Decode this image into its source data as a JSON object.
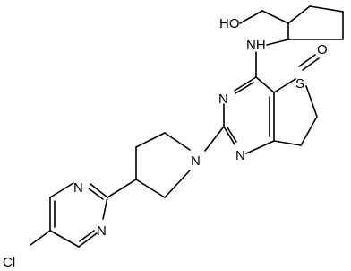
{
  "molecule": {
    "atoms": {
      "oh": "HO",
      "nh": "NH",
      "sulfoxide_oxygen": "O",
      "sulfur": "S",
      "pyrimidine_n_top": "N",
      "pyrimidine_n_bottom": "N",
      "piperidine_n": "N",
      "chloropyrimidine_n_top": "N",
      "chloropyrimidine_n_bottom": "N",
      "chlorine": "Cl"
    }
  },
  "colors": {
    "bond": "#000000",
    "label": "#000000",
    "background": "#ffffff"
  }
}
